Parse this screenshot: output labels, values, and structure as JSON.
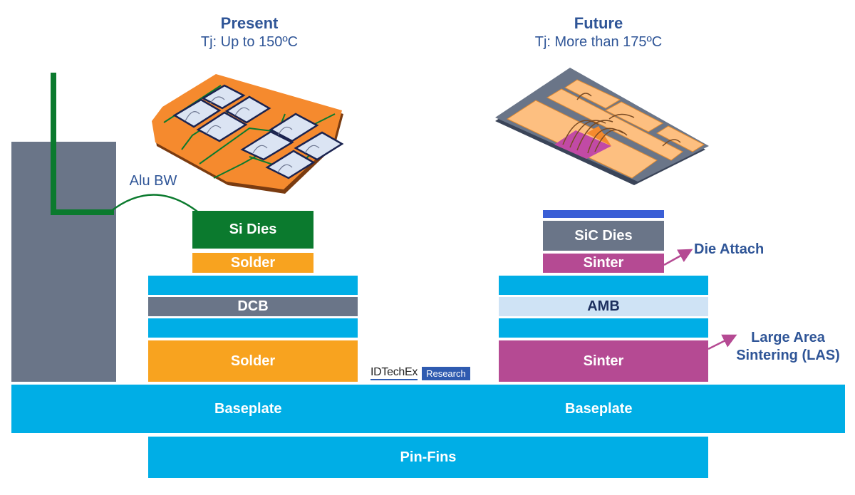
{
  "present": {
    "title": "Present",
    "subtitle": "Tj: Up to 150ºC",
    "bond_wire_label": "Alu BW",
    "layers": {
      "dies": "Si Dies",
      "die_attach": "Solder",
      "substrate": "DCB",
      "substrate_attach": "Solder"
    }
  },
  "future": {
    "title": "Future",
    "subtitle": "Tj: More than 175ºC",
    "layers": {
      "dies": "SiC Dies",
      "die_attach": "Sinter",
      "substrate": "AMB",
      "substrate_attach": "Sinter"
    },
    "callouts": {
      "die_attach": "Die Attach",
      "las_line1": "Large Area",
      "las_line2": "Sintering (LAS)"
    }
  },
  "common": {
    "baseplate_left": "Baseplate",
    "baseplate_right": "Baseplate",
    "pin_fins": "Pin-Fins"
  },
  "logo": {
    "brand": "IDTechEx",
    "badge": "Research"
  },
  "colors": {
    "heading": "#2f5597",
    "copper": "#00aee6",
    "si_die": "#0b7a2e",
    "solder": "#f8a31f",
    "ceramic_dcb": "#6a7588",
    "sinter": "#b54a93",
    "amb": "#cfe3f5"
  }
}
